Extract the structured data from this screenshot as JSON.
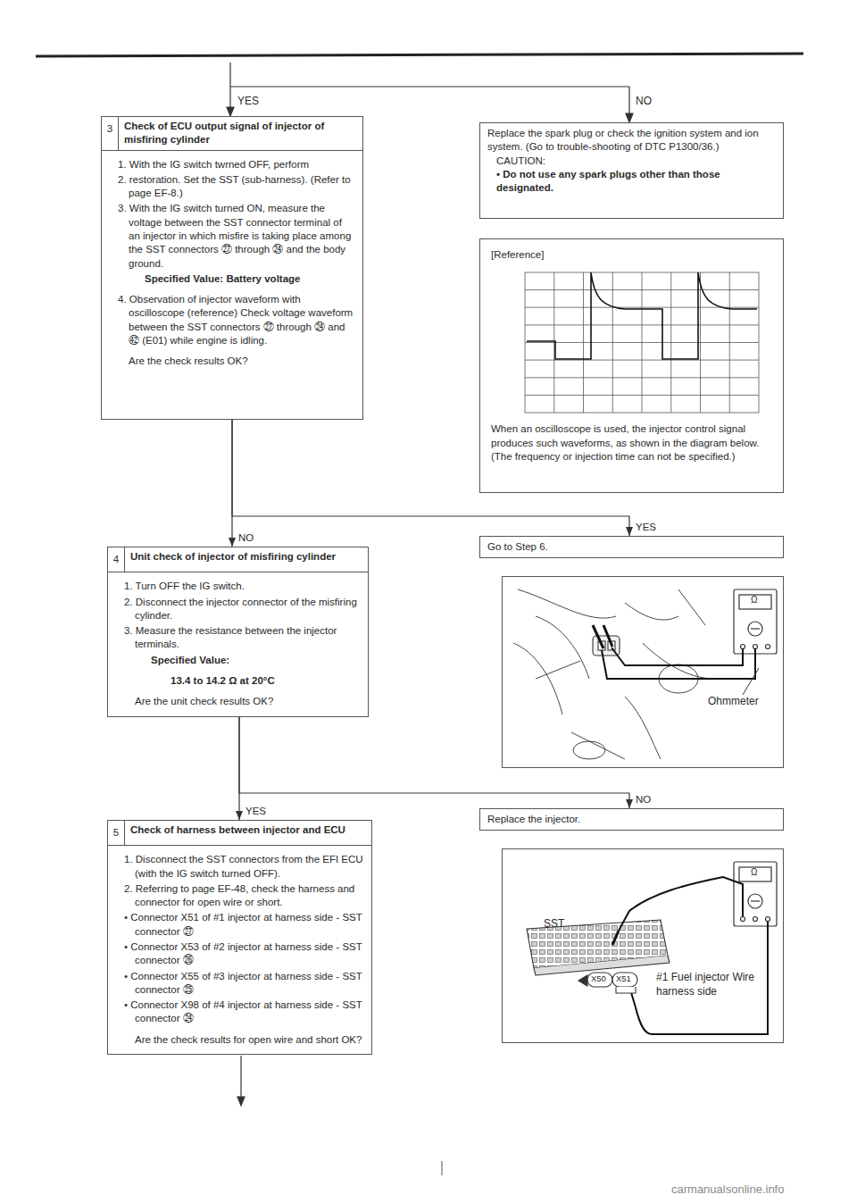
{
  "diagram": {
    "nodes": [
      {
        "text": [
          "3",
          "Check of ECU output signal of injector of misfiring cylinder",
          "1. With the IG switch twrned OFF, perform",
          "2. restoration. Set the SST (sub-harness). (Refer to page EF-8.)",
          "3. With the IG switch turned ON, measure the voltage between the SST connector terminal of an injector in which misfire is taking place among the SST connectors ㉗ through ㉔ and the body ground.",
          "Specified Value: Battery voltage",
          "4. Observation of injector waveform with oscilloscope (reference) Check voltage waveform between the SST connectors ㉗ through ㉔ and ㊷ (E01) while engine is idling.",
          "Are the check results OK?"
        ]
      },
      {
        "text": [
          "Replace the spark plug or check the ignition system and ion system. (Go to trouble-shooting of DTC P1300/36.)",
          "CAUTION:",
          "• Do not use any spark plugs other than those designated."
        ]
      },
      {
        "text": [
          "[Reference]",
          "When an oscilloscope is used, the injector control signal produces such waveforms, as shown in the diagram below. (The frequency or injection time can not be specified.)"
        ]
      },
      {
        "text": [
          "4",
          "Unit check of injector of misfiring cylinder",
          "1. Turn OFF the IG switch.",
          "2. Disconnect the injector connector of the misfiring cylinder.",
          "3. Measure the resistance between the injector terminals.",
          "Specified Value:",
          "13.4 to 14.2 Ω at 20°C",
          "Are the unit check results OK?"
        ]
      },
      {
        "text": [
          "Go to Step 6."
        ]
      },
      {
        "text": [
          "Ohmmeter"
        ]
      },
      {
        "text": [
          "5",
          "Check of harness between injector and ECU",
          "1. Disconnect the SST connectors from the EFI ECU (with the IG switch turned OFF).",
          "2. Referring to page EF-48, check the harness and connector for open wire or short.",
          "• Connector X51 of #1 injector at harness side - SST connector ㉗",
          "• Connector X53 of #2 injector at harness side - SST connector ㉖",
          "• Connector X55 of #3 injector at harness side - SST connector ㉕",
          "• Connector X98 of #4 injector at harness side - SST connector ㉔",
          "Are the check results for open wire and short OK?"
        ]
      },
      {
        "text": [
          "Replace the injector."
        ]
      },
      {
        "text": [
          "SST",
          "#1 Fuel injector Wire harness side"
        ]
      }
    ],
    "edges": [
      {
        "from": 0,
        "to": 3,
        "label": "NO",
        "arrow": "to"
      },
      {
        "from": 0,
        "to": 4,
        "label": "YES",
        "arrow": "to"
      },
      {
        "from": 3,
        "to": 6,
        "label": "YES",
        "arrow": "to"
      },
      {
        "from": 3,
        "to": 7,
        "label": "NO",
        "arrow": "to"
      }
    ],
    "labels": [
      "YES",
      "NO",
      "X50",
      "X51",
      "Ω",
      "Ω",
      "carmanualsonline.info"
    ]
  }
}
